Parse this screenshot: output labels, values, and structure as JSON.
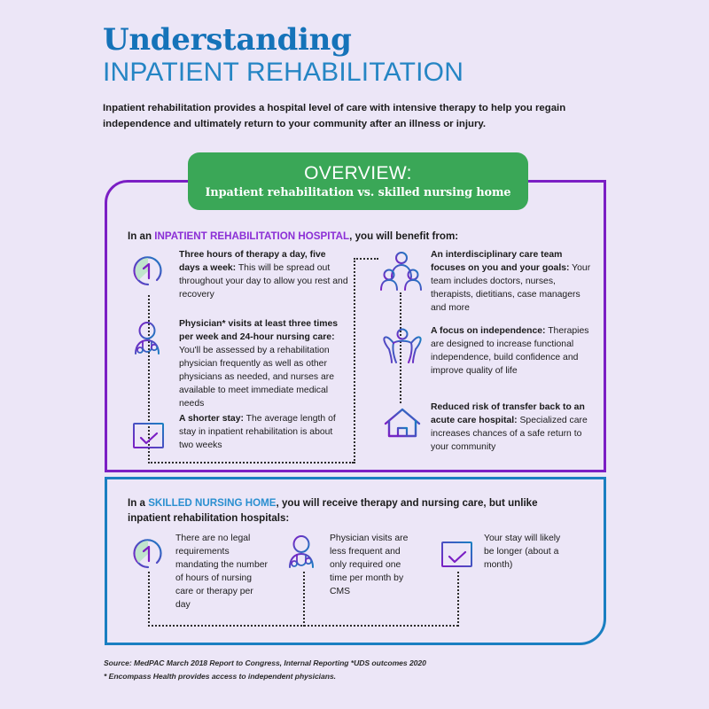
{
  "header": {
    "title_main": "Understanding",
    "title_sub": "INPATIENT REHABILITATION",
    "intro": "Inpatient rehabilitation provides a hospital level of care with intensive therapy to help you regain independence and ultimately return to your community after an illness or injury."
  },
  "overview_banner": {
    "title": "OVERVIEW:",
    "subtitle": "Inpatient rehabilitation vs. skilled nursing home",
    "background_color": "#3aa757"
  },
  "rehab_section": {
    "heading_prefix": "In an ",
    "heading_highlight": "INPATIENT REHABILITATION HOSPITAL",
    "heading_suffix": ", you will benefit from:",
    "border_color": "#7b1fc4",
    "left_items": [
      {
        "icon": "clock-icon",
        "bold": "Three hours of therapy a day, five days a week:",
        "rest": " This will be spread out throughout your day to allow you rest and recovery"
      },
      {
        "icon": "physician-icon",
        "bold": "Physician* visits at least three times per week and 24-hour nursing care:",
        "rest": " You'll be assessed by a rehabilitation physician frequently as well as other physicians as needed, and nurses are available to meet immediate medical needs"
      },
      {
        "icon": "calendar-check-icon",
        "bold": "A shorter stay:",
        "rest": " The average length of stay in inpatient rehabilitation is about two weeks"
      }
    ],
    "right_items": [
      {
        "icon": "care-team-icon",
        "bold": "An interdisciplinary care team focuses on you and your goals:",
        "rest": " Your team includes doctors, nurses, therapists, dietitians, case managers and more"
      },
      {
        "icon": "independence-icon",
        "bold": "A focus on independence:",
        "rest": " Therapies are designed to increase functional independence, build confidence and improve quality of life"
      },
      {
        "icon": "home-icon",
        "bold": "Reduced risk of transfer back to an acute care hospital:",
        "rest": " Specialized care increases chances of a safe return to your community"
      }
    ]
  },
  "nursing_section": {
    "heading_prefix": "In a ",
    "heading_highlight": "SKILLED NURSING HOME",
    "heading_suffix": ", you will receive therapy and nursing care, but unlike",
    "heading_line2": "inpatient rehabilitation hospitals:",
    "border_color": "#1a7fc1",
    "items": [
      {
        "icon": "clock-icon",
        "text": "There are no legal requirements mandating the number of hours of nursing care or therapy per day"
      },
      {
        "icon": "physician-icon",
        "text": "Physician visits are less frequent and only required one time per month by CMS"
      },
      {
        "icon": "calendar-check-icon",
        "text": "Your stay will likely be longer (about a month)"
      }
    ]
  },
  "footer": {
    "line1": "Source: MedPAC March 2018 Report to Congress, Internal Reporting *UDS outcomes 2020",
    "line2": "* Encompass Health provides access to independent physicians."
  },
  "colors": {
    "background": "#ece6f7",
    "brand_blue": "#1573b9",
    "brand_purple": "#7b1fc4",
    "brand_green": "#3aa757",
    "highlight_purple": "#8b2fd6",
    "highlight_blue": "#2a8fd0"
  }
}
